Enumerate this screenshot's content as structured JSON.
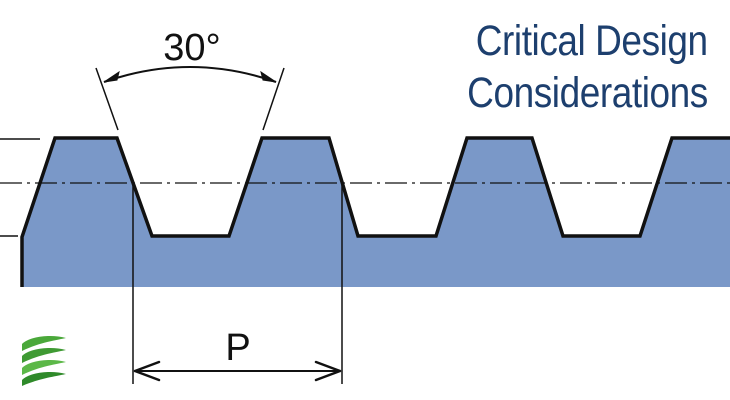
{
  "title": {
    "line1": "Critical Design",
    "line2": "Considerations"
  },
  "diagram": {
    "angle_label": "30°",
    "pitch_label": "P"
  },
  "logo": {
    "icon": "green-stacked-swoosh-logo-icon"
  },
  "colors": {
    "belt_fill": "#7a98c8",
    "outline": "#111111",
    "title_text": "#1d3f6e",
    "logo_green": "#4aa83a"
  }
}
